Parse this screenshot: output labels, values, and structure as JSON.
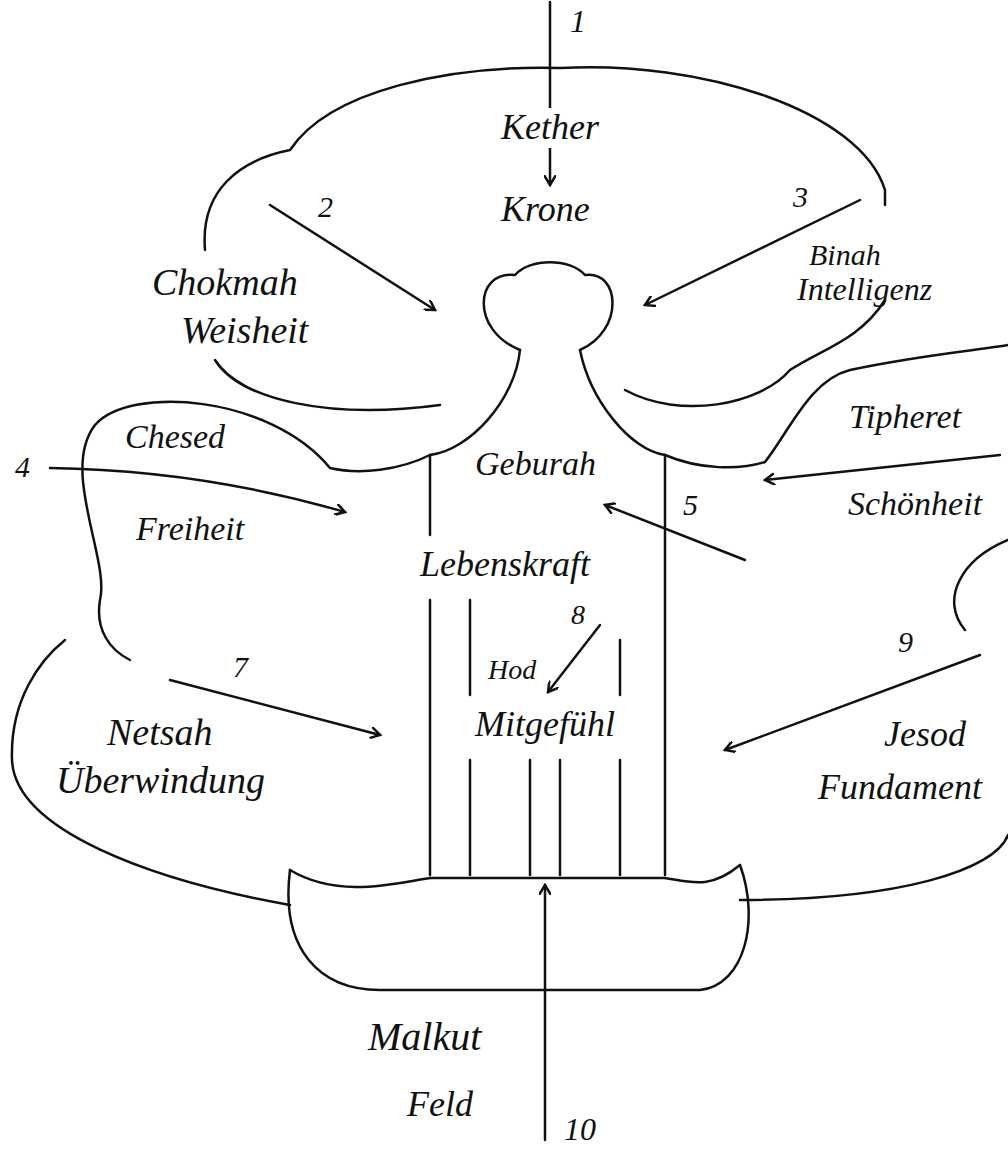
{
  "diagram": {
    "labels": [
      "1",
      "Kether",
      "Krone",
      "2",
      "3",
      "Chokmah",
      "Weisheit",
      "Binah",
      "Intelligenz",
      "Tipheret",
      "Schönheit",
      "4",
      "Chesed",
      "Freiheit",
      "Geburah",
      "Lebenskraft",
      "5",
      "Hod",
      "8",
      "9",
      "7",
      "Netsah",
      "Überwindung",
      "Mitgefühl",
      "Jesod",
      "Fundament",
      "Malkut",
      "Feld",
      "10"
    ]
  }
}
